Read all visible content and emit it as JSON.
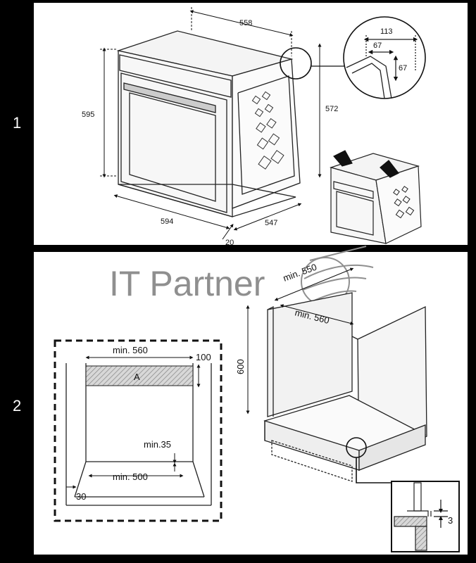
{
  "watermark": {
    "text": "IT Partner"
  },
  "step1": {
    "number": "1",
    "dims": {
      "depth": "558",
      "height": "595",
      "width": "594",
      "body_depth": "547",
      "front": "20",
      "body_height": "572"
    },
    "detail": {
      "d1": "113",
      "d2": "67",
      "d3": "67"
    }
  },
  "step2": {
    "number": "2",
    "plan": {
      "width": "min. 560",
      "gap": "100",
      "zone": "A",
      "inner_width": "min. 500",
      "clearance": "min.35",
      "side": "30"
    },
    "cabinet": {
      "depth": "min. 550",
      "width": "min. 560",
      "height": "600"
    },
    "detail": {
      "gap": "3"
    }
  }
}
